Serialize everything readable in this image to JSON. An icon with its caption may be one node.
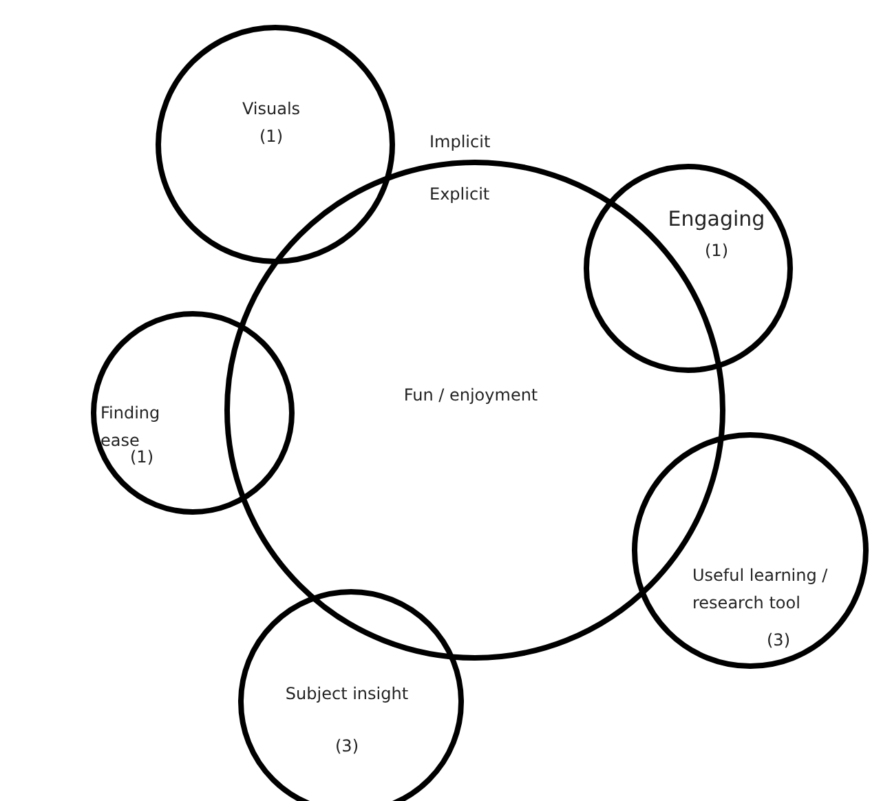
{
  "diagram": {
    "nodes": [
      {
        "text": [
          "Visuals",
          "(1)"
        ]
      },
      {
        "text": [
          "Engaging",
          "(1)"
        ]
      },
      {
        "text": [
          "Finding ease",
          "(1)"
        ]
      },
      {
        "text": [
          "Fun / enjoyment"
        ]
      },
      {
        "text": [
          "Useful learning / research tool",
          "(3)"
        ]
      },
      {
        "text": [
          "Subject insight",
          "(3)"
        ]
      }
    ],
    "labels": [
      "Implicit",
      "Explicit"
    ]
  }
}
